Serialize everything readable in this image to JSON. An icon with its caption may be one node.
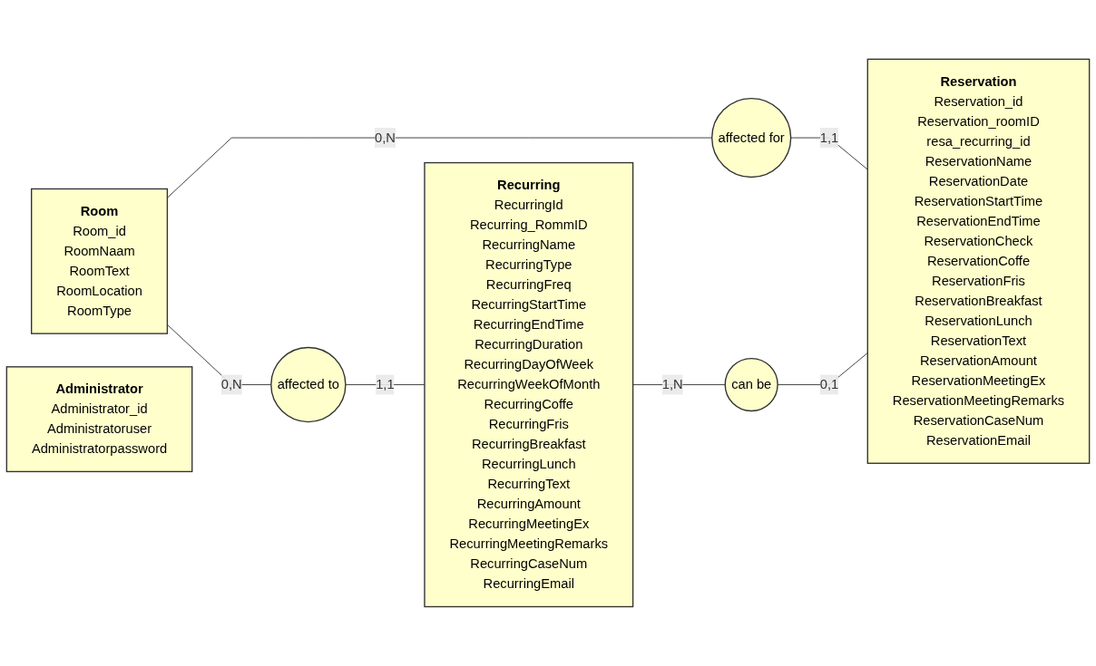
{
  "diagram": {
    "nodes": [
      {
        "text": [
          "Room",
          "Room_id",
          "RoomNaam",
          "RoomText",
          "RoomLocation",
          "RoomType"
        ]
      },
      {
        "text": [
          "affected for"
        ]
      },
      {
        "text": [
          "Reservation",
          "Reservation_id",
          "Reservation_roomID",
          "resa_recurring_id",
          "ReservationName",
          "ReservationDate",
          "ReservationStartTime",
          "ReservationEndTime",
          "ReservationCheck",
          "ReservationCoffe",
          "ReservationFris",
          "ReservationBreakfast",
          "ReservationLunch",
          "ReservationText",
          "ReservationAmount",
          "ReservationMeetingEx",
          "ReservationMeetingRemarks",
          "ReservationCaseNum",
          "ReservationEmail"
        ]
      },
      {
        "text": [
          "Recurring",
          "RecurringId",
          "Recurring_RommID",
          "RecurringName",
          "RecurringType",
          "RecurringFreq",
          "RecurringStartTime",
          "RecurringEndTime",
          "RecurringDuration",
          "RecurringDayOfWeek",
          "RecurringWeekOfMonth",
          "RecurringCoffe",
          "RecurringFris",
          "RecurringBreakfast",
          "RecurringLunch",
          "RecurringText",
          "RecurringAmount",
          "RecurringMeetingEx",
          "RecurringMeetingRemarks",
          "RecurringCaseNum",
          "RecurringEmail"
        ]
      },
      {
        "text": [
          "affected to"
        ]
      },
      {
        "text": [
          "can be"
        ]
      },
      {
        "text": [
          "Administrator",
          "Administrator_id",
          "Administratoruser",
          "Administratorpassword"
        ]
      }
    ],
    "edges": [
      {
        "from": 0,
        "to": 1,
        "arrow": "none",
        "label": "0,N"
      },
      {
        "from": 1,
        "to": 2,
        "arrow": "none",
        "label": "1,1"
      },
      {
        "from": 0,
        "to": 4,
        "arrow": "none",
        "label": "0,N"
      },
      {
        "from": 4,
        "to": 3,
        "arrow": "none",
        "label": "1,1"
      },
      {
        "from": 3,
        "to": 5,
        "arrow": "none",
        "label": "1,N"
      },
      {
        "from": 5,
        "to": 2,
        "arrow": "none",
        "label": "0,1"
      }
    ]
  }
}
